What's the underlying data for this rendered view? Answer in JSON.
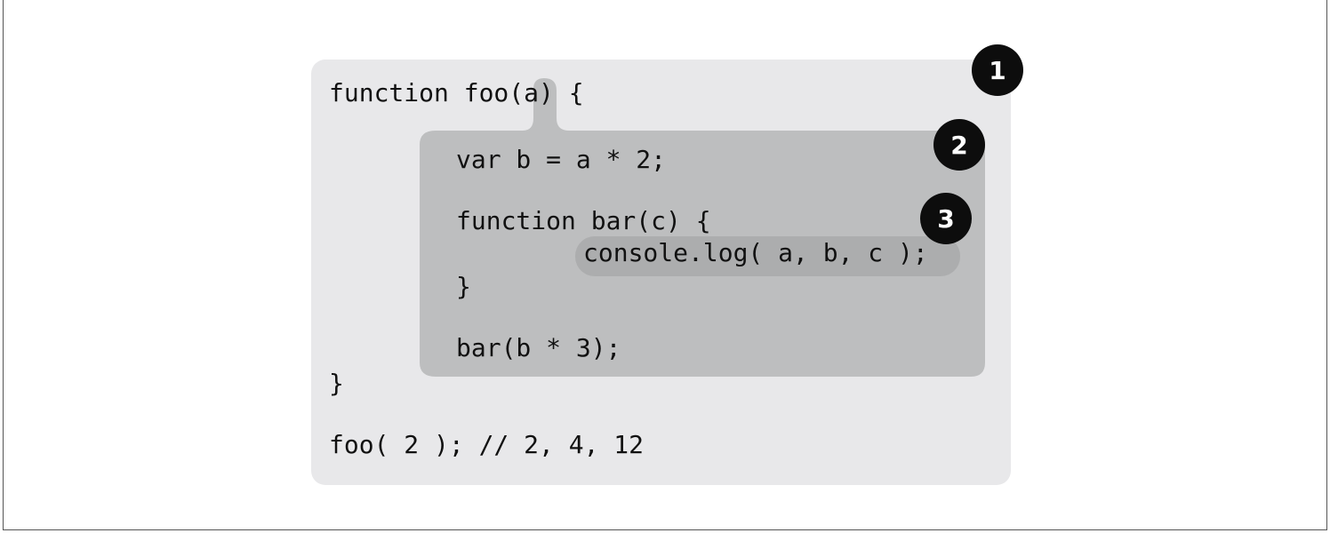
{
  "colors": {
    "scope1_fill": "#e8e8ea",
    "scope2_fill": "#bdbebf",
    "scope3_fill": "#acadae",
    "badge_fill": "#0d0d0d",
    "code_text": "#111111"
  },
  "scopes": [
    {
      "label": "1"
    },
    {
      "label": "2"
    },
    {
      "label": "3"
    }
  ],
  "code": {
    "line1": "function foo(a) {",
    "line2": "var b = a * 2;",
    "line3": "function bar(c) {",
    "line4": "console.log( a, b, c );",
    "line5": "}",
    "line6": "bar(b * 3);",
    "line7": "}",
    "line8": "foo( 2 ); // 2, 4, 12"
  }
}
